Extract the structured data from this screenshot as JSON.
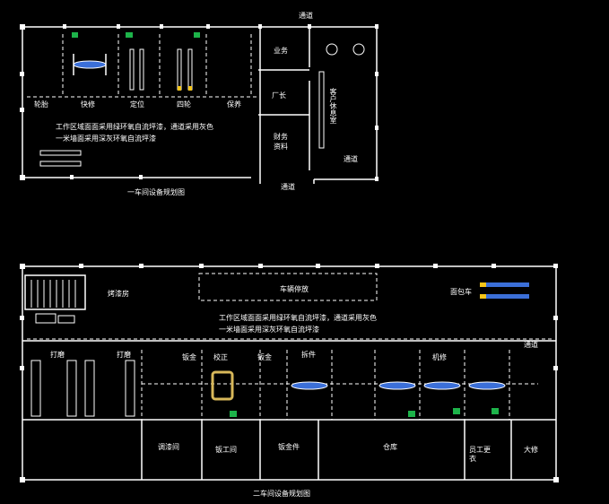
{
  "plan1": {
    "title": "一车间设备规划图",
    "note_line1": "工作区域面面采用绿环氧自流坪漆，通道采用灰色",
    "note_line2": "一米墙面采用深灰环氧自流坪漆",
    "bays": [
      "轮胎",
      "快修",
      "定位",
      "四轮",
      "保养"
    ],
    "offices": [
      "业务",
      "厂长",
      "财务",
      "资料"
    ],
    "lounge": "客户休息室",
    "corridor_labels": [
      "通道",
      "通道",
      "通道"
    ]
  },
  "plan2": {
    "title": "二车间设备规划图",
    "note_line1": "工作区域面面采用绿环氧自流坪漆，通道采用灰色",
    "note_line2": "一米墙面采用深灰环氧自流坪漆",
    "paint_room": "烤漆房",
    "vehicle_parking": "车辆停放",
    "van": "面包车",
    "channel": "通道",
    "grinding": [
      "打磨",
      "打磨"
    ],
    "workbays": [
      "钣金",
      "校正",
      "钣金",
      "拆件",
      "机修"
    ],
    "rooms": [
      "调漆间",
      "钣工间",
      "钣金件",
      "仓库",
      "员工更衣",
      "大修"
    ]
  },
  "colors": {
    "line": "#ffffff",
    "accent_green": "#1db34a",
    "lift_blue": "#3b6fd8",
    "lift_yellow": "#f5c518",
    "frame_gold": "#d8b85a"
  }
}
